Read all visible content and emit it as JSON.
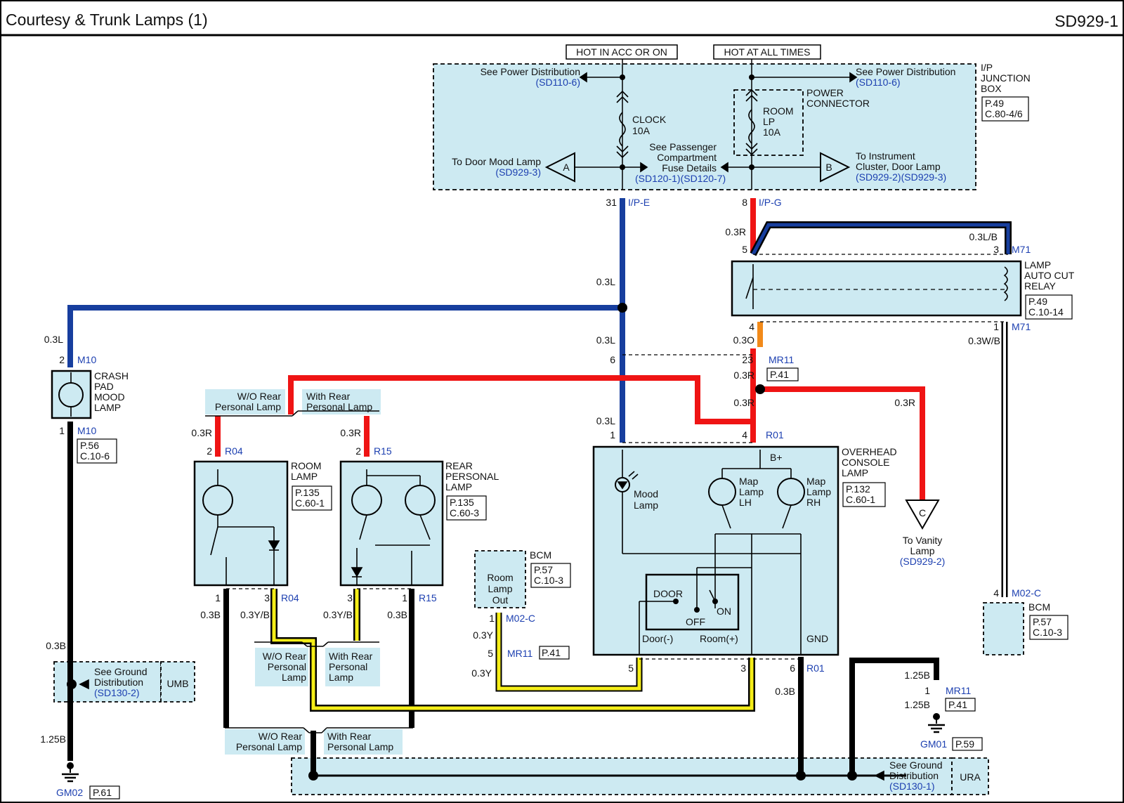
{
  "header": {
    "title": "Courtesy & Trunk Lamps (1)",
    "code": "SD929-1"
  },
  "colors": {
    "panel": "#cdeaf2",
    "wire_blue": "#173e9e",
    "wire_red": "#ef1414",
    "wire_black": "#000000",
    "wire_yellow": "#f5ee18",
    "wire_orange": "#f28a1a",
    "ref_link": "#1c3fb0"
  },
  "junction_box": {
    "power_labels": [
      "HOT IN ACC OR ON",
      "HOT AT ALL TIMES"
    ],
    "name": [
      "I/P",
      "JUNCTION",
      "BOX"
    ],
    "ref": [
      "P.49",
      "C.80-4/6"
    ],
    "see_power_left": "See Power Distribution",
    "see_power_left_ref": "(SD110-6)",
    "see_power_right": "See Power Distribution",
    "see_power_right_ref": "(SD110-6)",
    "clock_fuse": [
      "CLOCK",
      "10A"
    ],
    "room_fuse": [
      "ROOM",
      "LP",
      "10A"
    ],
    "power_connector": [
      "POWER",
      "CONNECTOR"
    ],
    "door_mood": "To Door Mood Lamp",
    "door_mood_ref": "(SD929-3)",
    "passenger": [
      "See Passenger",
      "Compartment",
      "Fuse Details"
    ],
    "passenger_ref": "(SD120-1)(SD120-7)",
    "instrument": [
      "To Instrument",
      "Cluster, Door Lamp"
    ],
    "instrument_ref": "(SD929-2)(SD929-3)",
    "connector_a": "A",
    "connector_b": "B",
    "pin_ipe": "31",
    "ipe": "I/P-E",
    "pin_ipg": "8",
    "ipg": "I/P-G"
  },
  "relay": {
    "name": [
      "LAMP",
      "AUTO CUT",
      "RELAY"
    ],
    "ref": [
      "P.49",
      "C.10-14"
    ],
    "pin5": "5",
    "pin3": "3",
    "pin4": "4",
    "pin1": "1",
    "conn": "M71",
    "conn2": "M71",
    "wire_in": "0.3R",
    "wire_lb": "0.3L/B",
    "wire_o": "0.3O",
    "wire_wb": "0.3W/B"
  },
  "mr11": {
    "pin": "23",
    "conn": "MR11",
    "ref": "P.41",
    "wire": "0.3R",
    "wire2": "0.3R",
    "wire_vanity": "0.3R"
  },
  "crash_pad": {
    "name": [
      "CRASH",
      "PAD",
      "MOOD",
      "LAMP"
    ],
    "ref": [
      "P.56",
      "C.10-6"
    ],
    "pin_top": "2",
    "conn_top": "M10",
    "pin_bottom": "1",
    "conn_bottom": "M10",
    "wire_top": "0.3L",
    "wire_b": "0.3B",
    "wire_125b": "1.25B"
  },
  "ground_umb": {
    "text": [
      "See Ground",
      "Distribution"
    ],
    "ref": "(SD130-2)",
    "tag": "UMB"
  },
  "gm02": {
    "name": "GM02",
    "ref": "P.61"
  },
  "wo_rear_top": [
    "W/O Rear",
    "Personal Lamp"
  ],
  "with_rear_top": [
    "With Rear",
    "Personal Lamp"
  ],
  "room_lamp": {
    "name": [
      "ROOM",
      "LAMP"
    ],
    "ref": [
      "P.135",
      "C.60-1"
    ],
    "pin_top": "2",
    "conn_top": "R04",
    "wire_top": "0.3R",
    "pin1": "1",
    "pin3": "3",
    "conn_bottom": "R04",
    "wire1": "0.3B",
    "wire3": "0.3Y/B"
  },
  "rear_lamp": {
    "name": [
      "REAR",
      "PERSONAL",
      "LAMP"
    ],
    "ref": [
      "P.135",
      "C.60-3"
    ],
    "pin_top": "2",
    "conn_top": "R15",
    "wire_top": "0.3R",
    "pin3": "3",
    "pin1": "1",
    "conn_bottom": "R15",
    "wire3": "0.3Y/B",
    "wire1": "0.3B"
  },
  "wo_rear_mid": [
    "W/O Rear",
    "Personal",
    "Lamp"
  ],
  "with_rear_mid": [
    "With Rear",
    "Personal",
    "Lamp"
  ],
  "wo_rear_bot": [
    "W/O Rear",
    "Personal Lamp"
  ],
  "with_rear_bot": [
    "With Rear",
    "Personal Lamp"
  ],
  "bcm_room": {
    "text": [
      "Room",
      "Lamp",
      "Out"
    ],
    "name": "BCM",
    "ref": [
      "P.57",
      "C.10-3"
    ],
    "pin1": "1",
    "conn": "M02-C",
    "wire": "0.3Y",
    "pin5": "5",
    "conn_mr11": "MR11",
    "ref_mr11": "P.41",
    "wire2": "0.3Y"
  },
  "overhead": {
    "name": [
      "OVERHEAD",
      "CONSOLE",
      "LAMP"
    ],
    "ref": [
      "P.132",
      "C.60-1"
    ],
    "pin1": "1",
    "pin4": "4",
    "conn_top": "R01",
    "wire1": "0.3L",
    "wire4": "0.3R",
    "bplus": "B+",
    "mood": [
      "Mood",
      "Lamp"
    ],
    "map_lh": [
      "Map",
      "Lamp",
      "LH"
    ],
    "map_rh": [
      "Map",
      "Lamp",
      "RH"
    ],
    "door": "DOOR",
    "on": "ON",
    "off": "OFF",
    "door_neg": "Door(-)",
    "room_pos": "Room(+)",
    "gnd": "GND",
    "pin5": "5",
    "pin3": "3",
    "pin6": "6",
    "conn_bottom": "R01",
    "wire_gnd": "0.3B"
  },
  "blue_wire_labels": [
    "0.3L",
    "0.3L",
    "0.3L"
  ],
  "mr11_ipe_pin": "6",
  "vanity": {
    "connector": "C",
    "text": [
      "To Vanity",
      "Lamp"
    ],
    "ref": "(SD929-2)"
  },
  "bcm_right": {
    "pin": "4",
    "conn": "M02-C",
    "name": "BCM",
    "ref": [
      "P.57",
      "C.10-3"
    ]
  },
  "gm01": {
    "wire_top": "1.25B",
    "pin": "1",
    "conn": "MR11",
    "ref_mr11": "P.41",
    "wire_bottom": "1.25B",
    "name": "GM01",
    "ref": "P.59"
  },
  "ground_ura": {
    "text": [
      "See Ground",
      "Distribution"
    ],
    "ref": "(SD130-1)",
    "tag": "URA"
  }
}
